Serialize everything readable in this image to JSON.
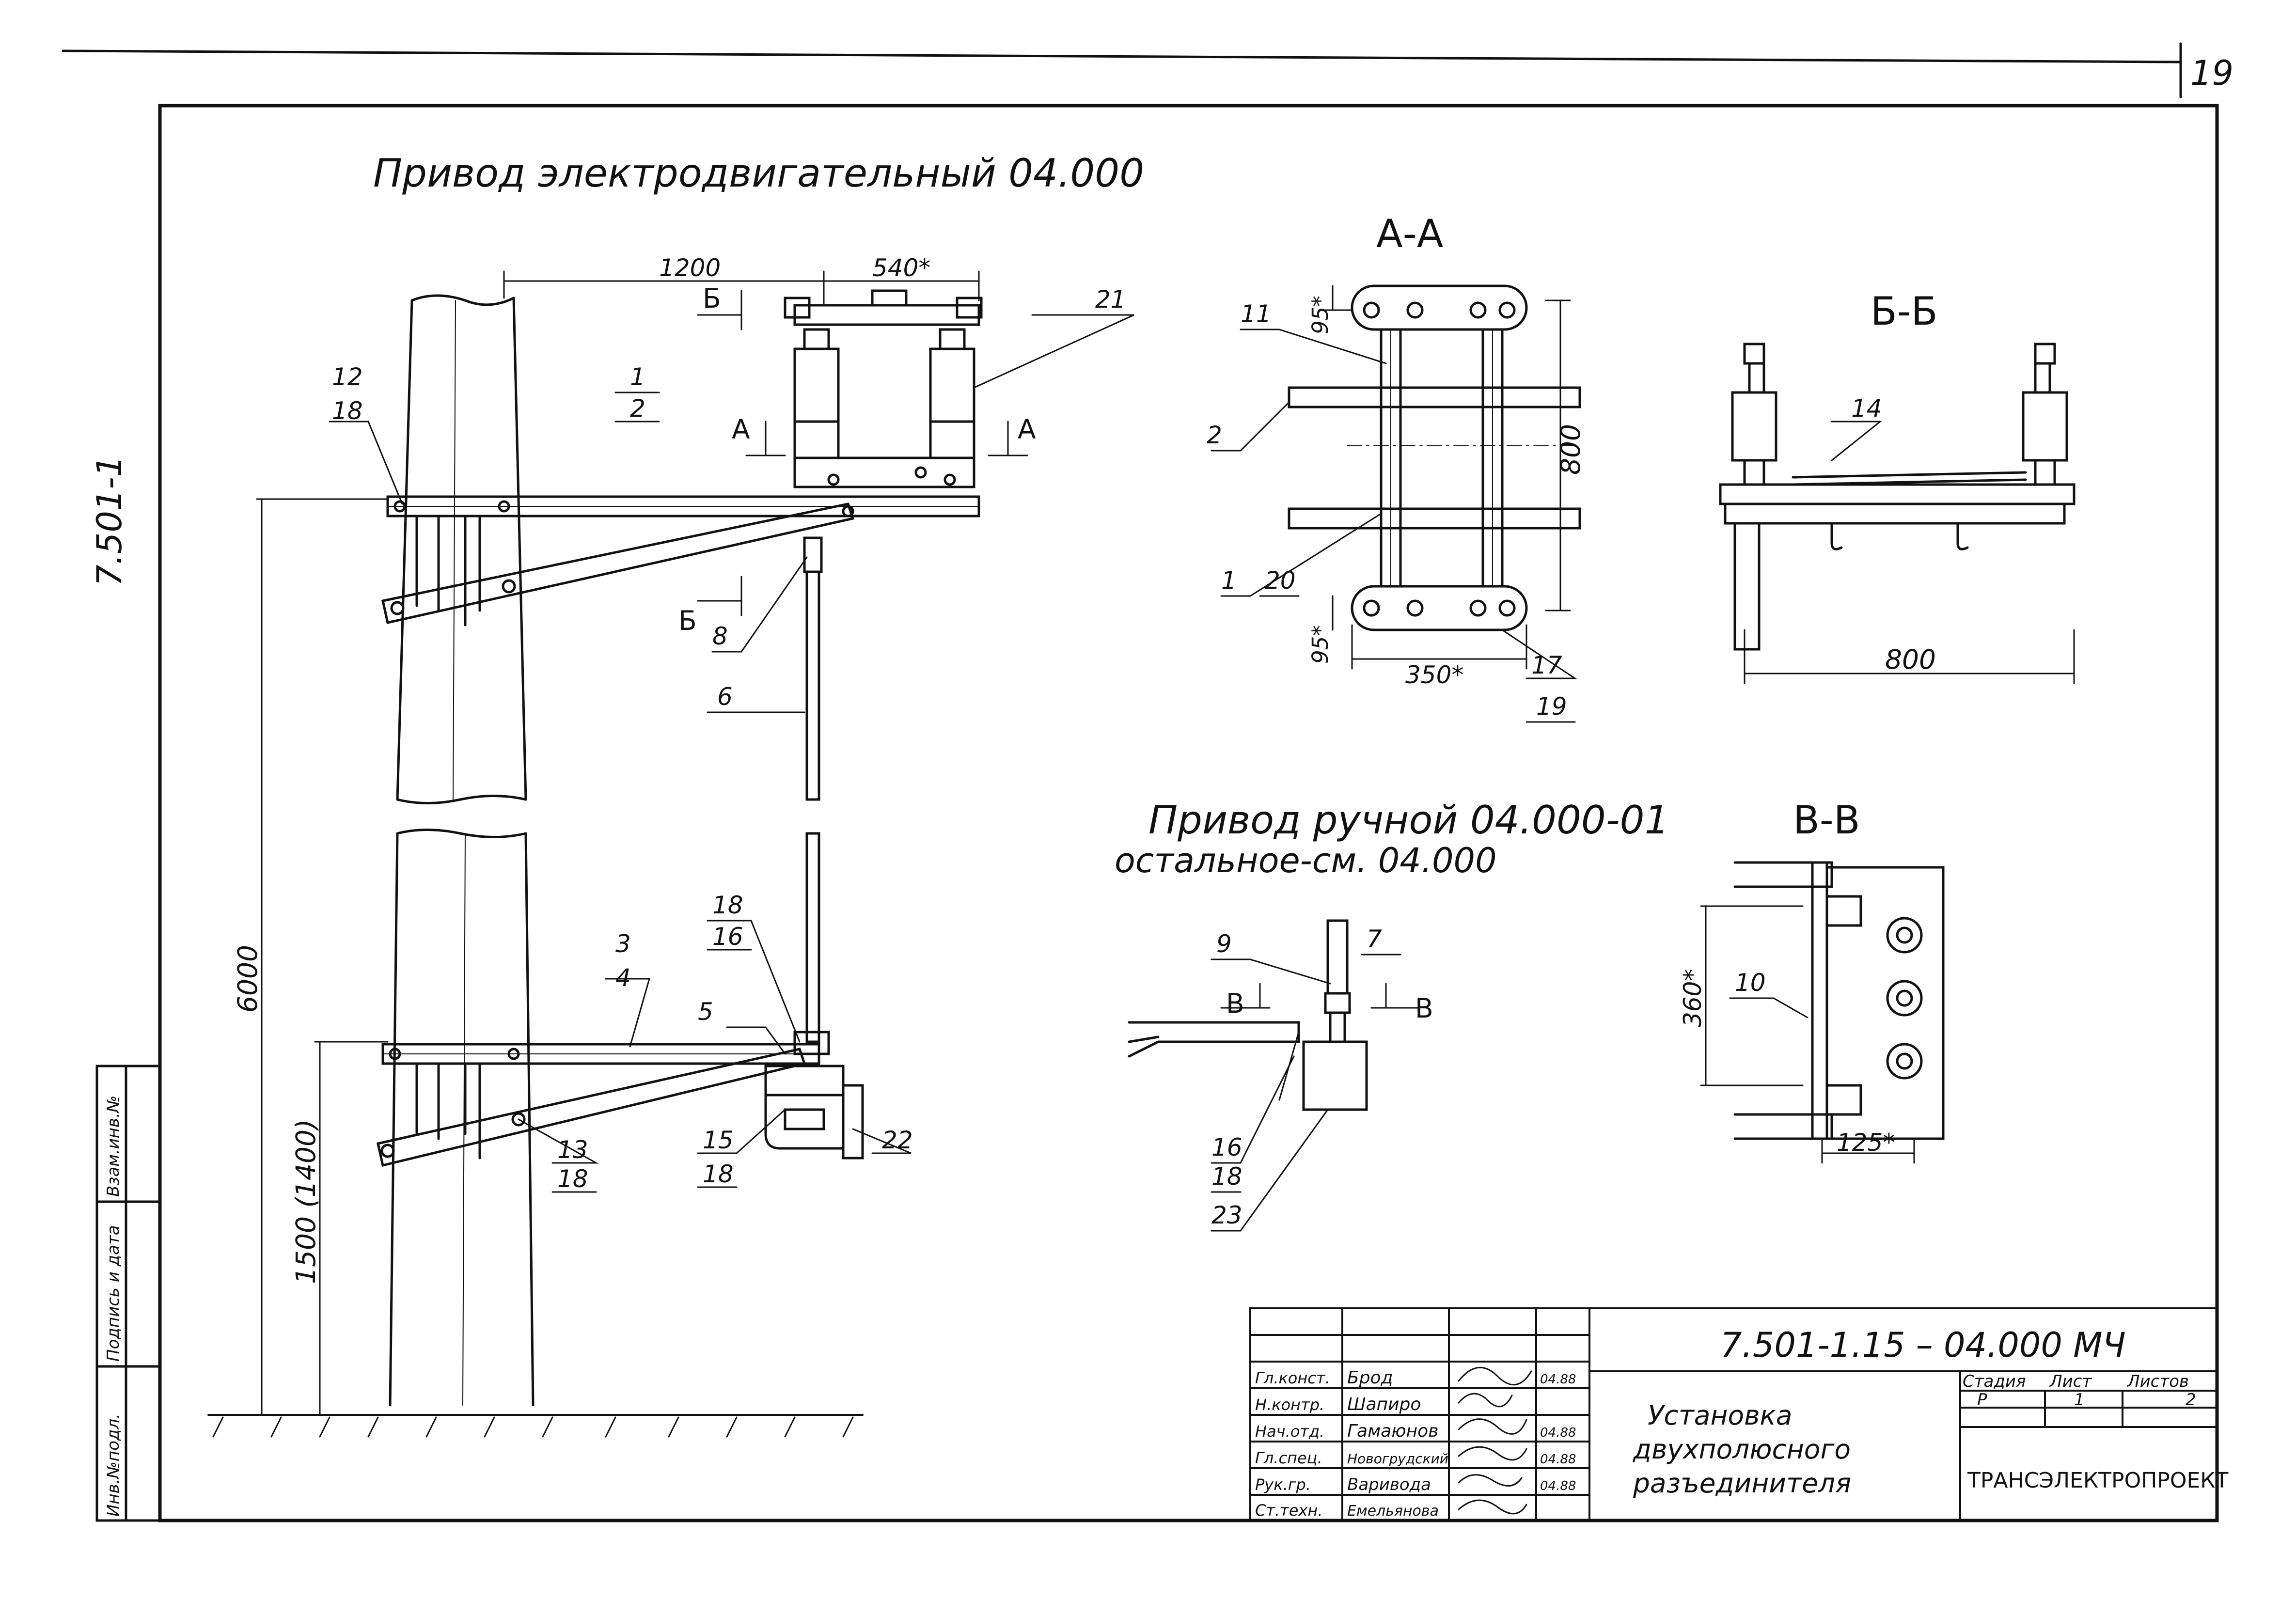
{
  "sheet": {
    "page_number": "19",
    "margin_code": "7.501-1",
    "title_motor_drive": "Привод электродвигательный 04.000",
    "title_manual_drive_line1": "Привод ручной 04.000-01",
    "title_manual_drive_line2": "остальное-см. 04.000"
  },
  "sections": {
    "aa": "А-А",
    "bb": "Б-Б",
    "vv": "В-В",
    "mark_a": "А",
    "mark_b": "Б",
    "mark_v": "В"
  },
  "dimensions": {
    "d1200": "1200",
    "d540": "540*",
    "d6000": "6000",
    "d1500": "1500 (1400)",
    "d95_top": "95*",
    "d95_bottom": "95*",
    "d800_aa": "800",
    "d350": "350*",
    "d800_bb": "800",
    "d360": "360*",
    "d125": "125*"
  },
  "callouts": {
    "main": [
      "1",
      "2",
      "3",
      "4",
      "5",
      "6",
      "8",
      "12",
      "13",
      "15",
      "16",
      "18",
      "18",
      "18",
      "18",
      "21",
      "22"
    ],
    "aa": [
      "11",
      "2",
      "1",
      "20",
      "17",
      "19"
    ],
    "bb": [
      "14"
    ],
    "manual": [
      "9",
      "7",
      "16",
      "18",
      "23"
    ],
    "vv": [
      "10"
    ]
  },
  "side_stamp": {
    "cells": [
      "Инв.№подл.",
      "Подпись и дата",
      "Взам.инв.№"
    ]
  },
  "title_block": {
    "code": "7.501-1.15 –  04.000 МЧ",
    "name_line1": "Установка",
    "name_line2": "двухполюсного",
    "name_line3": "разъединителя",
    "stage_header": "Стадия",
    "sheet_header": "Лист",
    "sheets_header": "Листов",
    "stage_value": "Р",
    "sheet_value": "1",
    "sheets_value": "2",
    "organization": "ТРАНСЭЛЕКТРОПРОЕКТ",
    "rows": [
      {
        "role": "Гл.конст.",
        "name": "Брод",
        "date": "04.88"
      },
      {
        "role": "Н.контр.",
        "name": "Шапиро",
        "date": ""
      },
      {
        "role": "Нач.отд.",
        "name": "Гамаюнов",
        "date": "04.88"
      },
      {
        "role": "Гл.спец.",
        "name": "Новогрудский",
        "date": "04.88"
      },
      {
        "role": "Рук.гр.",
        "name": "Варивода",
        "date": "04.88"
      },
      {
        "role": "Ст.техн.",
        "name": "Емельянова",
        "date": ""
      }
    ]
  }
}
